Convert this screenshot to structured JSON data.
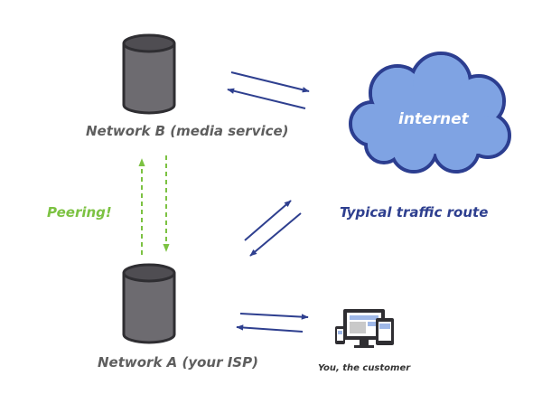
{
  "nodes": {
    "network_b": {
      "label": "Network B (media service)"
    },
    "network_a": {
      "label": "Network A (your ISP)"
    },
    "internet": {
      "label": "internet"
    },
    "customer": {
      "label": "You, the customer"
    }
  },
  "edges": {
    "peering": {
      "label": "Peering!"
    },
    "typical_route": {
      "label": "Typical traffic route"
    }
  },
  "colors": {
    "db_body": "#6d6b70",
    "db_top": "#4f4d52",
    "db_outline": "#2f2e32",
    "cloud_fill": "#7fa3e3",
    "cloud_outline": "#2c3e90",
    "arrow_blue": "#2e3f8f",
    "peering_green": "#7cc242",
    "label_gray": "#5e5e5e"
  },
  "icons": {
    "network_b": "database-icon",
    "network_a": "database-icon",
    "internet": "cloud-icon",
    "customer": "devices-icon"
  }
}
